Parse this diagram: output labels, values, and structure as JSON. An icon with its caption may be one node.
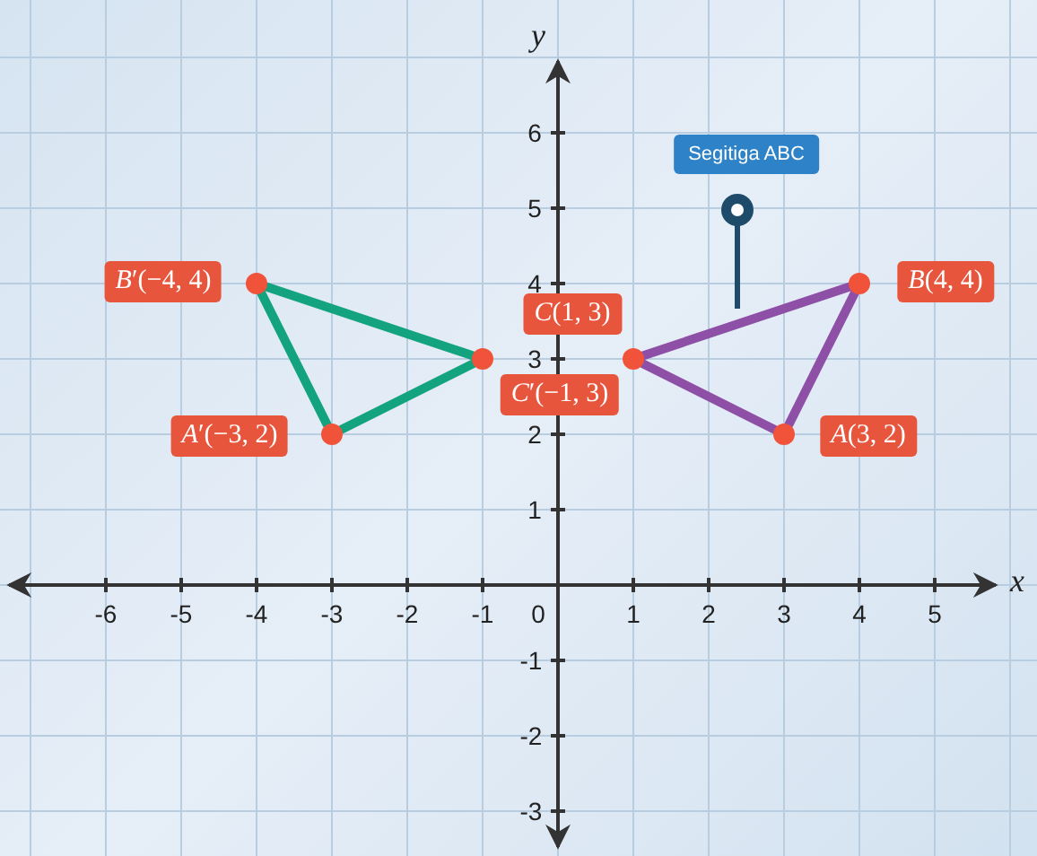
{
  "diagram": {
    "nodes": [
      {
        "text": [
          "Segitiga ABC"
        ]
      },
      {
        "text": [
          "*B*′(−4, 4)"
        ]
      },
      {
        "text": [],
        "shape": "circle"
      },
      {
        "text": [
          "*B*(4, 4)"
        ]
      },
      {
        "text": [],
        "shape": "circle"
      },
      {
        "text": [
          "*C*(1, 3)"
        ]
      },
      {
        "text": [],
        "shape": "circle"
      },
      {
        "text": [],
        "shape": "circle"
      },
      {
        "text": [
          "*C*′(−1, 3)"
        ]
      },
      {
        "text": [
          "*A*′(−3, 2)"
        ]
      },
      {
        "text": [],
        "shape": "circle"
      },
      {
        "text": [],
        "shape": "circle"
      },
      {
        "text": [
          "*A*(3, 2)"
        ]
      }
    ],
    "edges": [
      {
        "from": 2,
        "to": 7,
        "arrow": "none",
        "color": "#14a37f"
      },
      {
        "from": 7,
        "to": 10,
        "arrow": "none",
        "color": "#14a37f"
      },
      {
        "from": 10,
        "to": 2,
        "arrow": "none",
        "color": "#14a37f"
      },
      {
        "from": 6,
        "to": 4,
        "arrow": "none",
        "color": "#8e4fa6"
      },
      {
        "from": 4,
        "to": 11,
        "arrow": "none",
        "color": "#8e4fa6"
      },
      {
        "from": 11,
        "to": 6,
        "arrow": "none",
        "color": "#8e4fa6"
      }
    ],
    "labels": [
      "*y*",
      "6",
      "5",
      "4",
      "3",
      "2",
      "1",
      "-6",
      "-5",
      "-4",
      "-3",
      "-2",
      "-1",
      "0",
      "1",
      "2",
      "3",
      "4",
      "5",
      "*x*",
      "-1",
      "-2",
      "-3"
    ]
  }
}
